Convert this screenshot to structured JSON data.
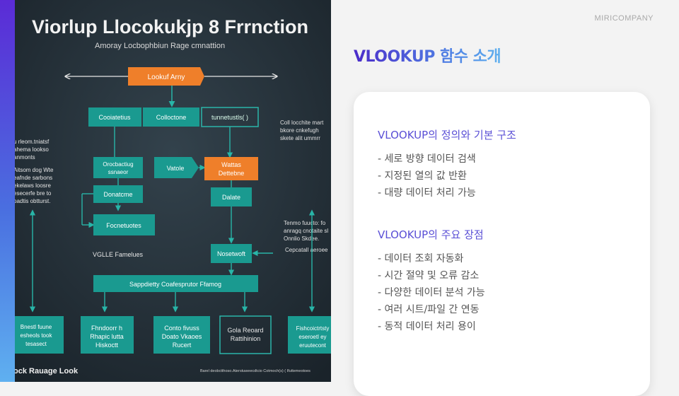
{
  "image": {
    "title": "Viorlup Llocokukjp 8 Frrnction",
    "subtitle": "Amoray Locbophbiun Rage cmnattion",
    "top_box": "Lookuf Arny",
    "row1": [
      "Cooiatetius",
      "Colloctone",
      "tunnetustls( )"
    ],
    "right_note_1": [
      "Coll locchite mart",
      "bkore cnkefugh",
      "skete alit ummrr"
    ],
    "left_note": [
      "u rleom.tniatsf",
      "ahema lookso",
      "anmonts",
      "Aitsom dog Wte",
      "eafnde sarbons",
      "ekelaws loosre",
      "esecerfe bre to",
      "padtis obtturst."
    ],
    "mid_box_1": [
      "Orocbactiug",
      "ssnaeor"
    ],
    "mid_box_2": "Vatole",
    "mid_box_3": [
      "Wattas",
      "Dettebne"
    ],
    "box_donalcme": "Donatcme",
    "box_datate": "Dalate",
    "box_focnetuotes": "Focnetuotes",
    "right_note_2": [
      "Tenmo fuucto: fo",
      "anragq cnotaite sl",
      "Onnlio Skdee."
    ],
    "vglle": "VGLLE Famelues",
    "box_nosetwoft": "Nosetwoft",
    "right_note_3": "Cepcatall aeroee",
    "wide_box": "Sappdietty Coafesprutor Ffamog",
    "bottom_note_left": [
      "Bnestl fuune",
      "esheols took",
      "tesasect"
    ],
    "bottom_boxes": [
      [
        "Fhndoorr h",
        "Rhapic lutta",
        "Hiskoctt"
      ],
      [
        "Conto fivuss",
        "Doato Vkaoes",
        "Rucert"
      ],
      [
        "Gola Reoard",
        "Rattihinion"
      ]
    ],
    "bottom_note_right": [
      "Fishcoictrtsty",
      "eseroetl ey",
      "eruutecont"
    ],
    "footer_left": "ock Rauage Look",
    "footer_right": "Barel deobctthoso.Aterstuweecdtcio Cotmoch(s) ( Ifuttemeotoes"
  },
  "company": "MIRICOMPANY",
  "slide_title": "VLOOKUP 함수 소개",
  "sections": [
    {
      "heading": "VLOOKUP의 정의와 기본 구조",
      "bullets": [
        "- 세로 방향 데이터 검색",
        "- 지정된 열의 값 반환",
        "- 대량 데이터 처리 가능"
      ]
    },
    {
      "heading": "VLOOKUP의 주요 장점",
      "bullets": [
        "- 데이터 조회 자동화",
        "- 시간 절약 및 오류 감소",
        "- 다양한 데이터 분석 가능",
        "- 여러 시트/파일 간 연동",
        "- 동적 데이터 처리 용이"
      ]
    }
  ]
}
